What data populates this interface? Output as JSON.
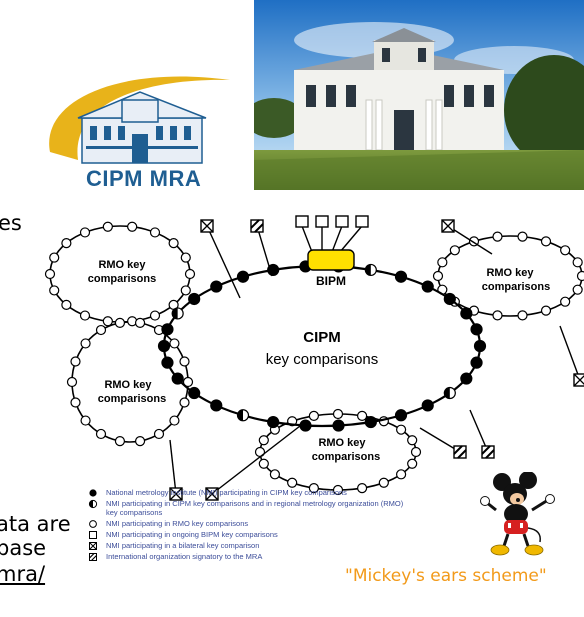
{
  "logo": {
    "text": "CIPM MRA"
  },
  "fragments": {
    "es": "es",
    "data": "ata are",
    "base": "base",
    "mra": "mra/"
  },
  "diagram": {
    "center_title": "CIPM",
    "center_subtitle": "key comparisons",
    "hub_label": "BIPM",
    "rmo_labels": [
      [
        "RMO key",
        "comparisons"
      ],
      [
        "RMO key",
        "comparisons"
      ],
      [
        "RMO key",
        "comparisons"
      ],
      [
        "RMO key",
        "comparisons"
      ]
    ]
  },
  "legend": [
    {
      "symbol": "filled-circle",
      "text": "National metrology institute (NMI) participating in CIPM key comparisons"
    },
    {
      "symbol": "half-circle",
      "text": "NMI participating in CIPM key comparisons and in regional metrology organization (RMO) key comparisons"
    },
    {
      "symbol": "open-circle",
      "text": "NMI participating in RMO key comparisons"
    },
    {
      "symbol": "open-square",
      "text": "NMI participating in ongoing BIPM key comparisons"
    },
    {
      "symbol": "cross-square",
      "text": "NMI participating in a bilateral key comparison"
    },
    {
      "symbol": "hatched-square",
      "text": "International organization signatory to the MRA"
    }
  ],
  "mickey": {
    "caption": "\"Mickey's ears scheme\""
  },
  "colors": {
    "logo_blue": "#1f5e92",
    "logo_gold": "#e8b31a",
    "caption_orange": "#f29a1a",
    "bipm_box": "#ffe000",
    "legend_text": "#3c4d99"
  }
}
